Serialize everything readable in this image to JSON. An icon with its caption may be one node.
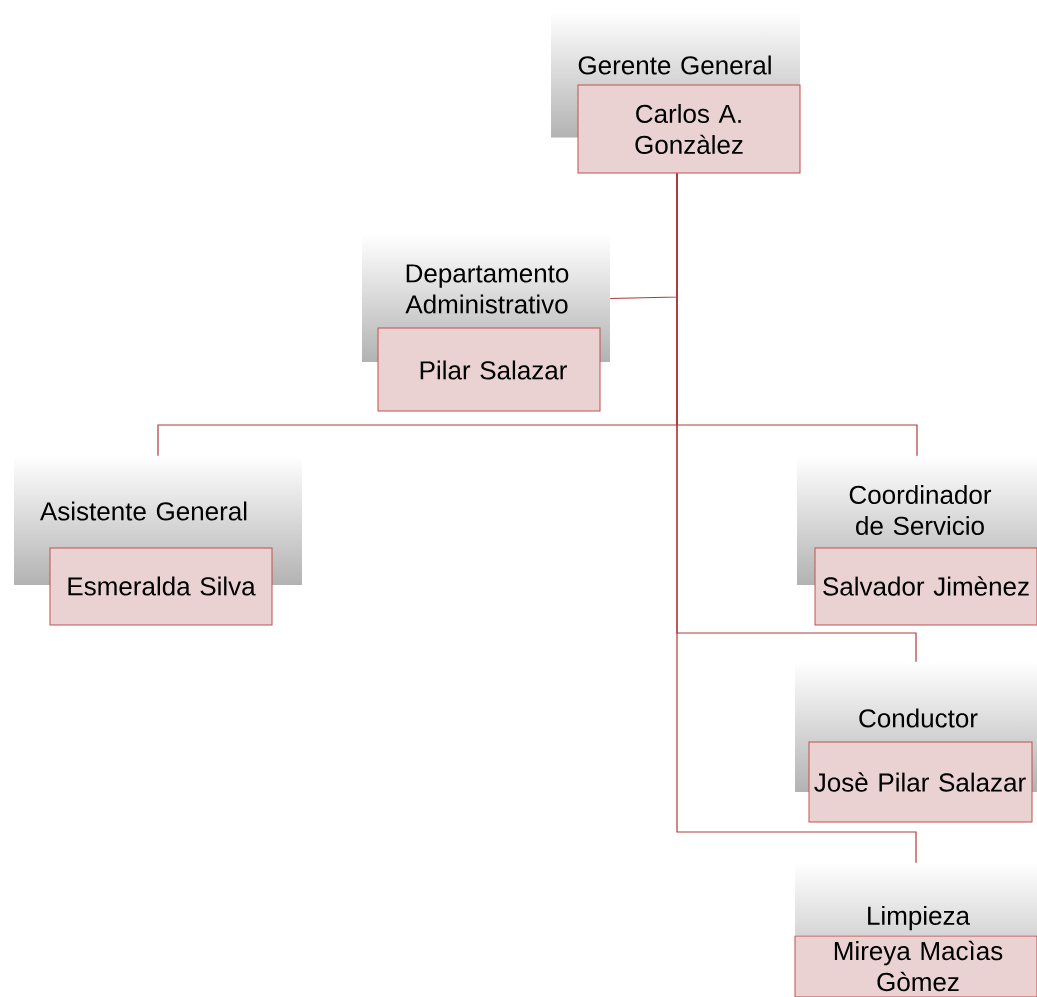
{
  "diagram": {
    "nodes": [
      {
        "text": [
          "Gerente General"
        ]
      },
      {
        "text": [
          "Carlos A. Gonzàlez"
        ]
      },
      {
        "text": [
          "Departamento Administrativo"
        ]
      },
      {
        "text": [
          "Pilar Salazar"
        ]
      },
      {
        "text": [
          "Asistente General"
        ]
      },
      {
        "text": [
          "Esmeralda Silva"
        ]
      },
      {
        "text": [
          "Coordinador de Servicio"
        ]
      },
      {
        "text": [
          "Salvador Jimènez"
        ]
      },
      {
        "text": [
          "Conductor"
        ]
      },
      {
        "text": [
          "Josè Pilar Salazar"
        ]
      },
      {
        "text": [
          "Limpieza"
        ]
      },
      {
        "text": [
          "Mireya Macìas Gòmez"
        ]
      }
    ],
    "edges": [
      {
        "from": 1,
        "to": 2,
        "arrow": "none"
      },
      {
        "from": 1,
        "to": 4,
        "arrow": "none"
      },
      {
        "from": 1,
        "to": 6,
        "arrow": "none"
      },
      {
        "from": 1,
        "to": 8,
        "arrow": "none"
      },
      {
        "from": 1,
        "to": 10,
        "arrow": "none"
      }
    ]
  }
}
